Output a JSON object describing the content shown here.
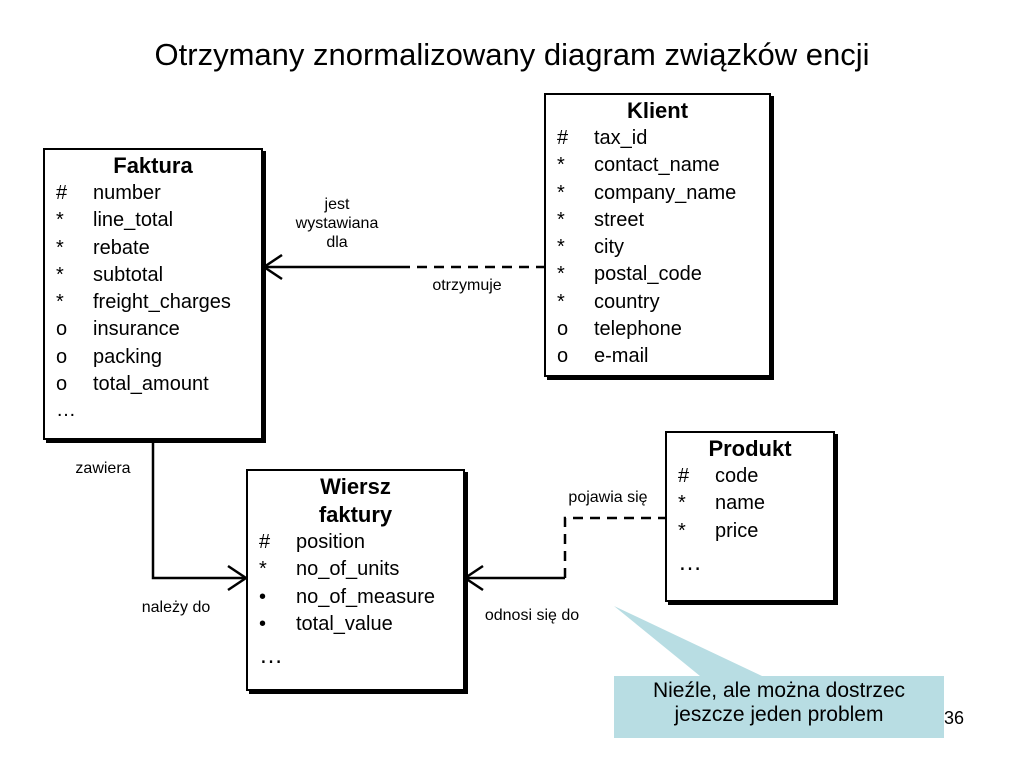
{
  "title": "Otrzymany znormalizowany diagram związków encji",
  "entities": {
    "faktura": {
      "name": "Faktura",
      "attributes": [
        {
          "sym": "#",
          "name": "number"
        },
        {
          "sym": "*",
          "name": "line_total"
        },
        {
          "sym": "*",
          "name": "rebate"
        },
        {
          "sym": "*",
          "name": "subtotal"
        },
        {
          "sym": "*",
          "name": "freight_charges"
        },
        {
          "sym": "o",
          "name": "insurance"
        },
        {
          "sym": "o",
          "name": "packing"
        },
        {
          "sym": "o",
          "name": "total_amount"
        }
      ],
      "more": "…"
    },
    "klient": {
      "name": "Klient",
      "attributes": [
        {
          "sym": "#",
          "name": "tax_id"
        },
        {
          "sym": "*",
          "name": "contact_name"
        },
        {
          "sym": "*",
          "name": "company_name"
        },
        {
          "sym": "*",
          "name": "street"
        },
        {
          "sym": "*",
          "name": "city"
        },
        {
          "sym": "*",
          "name": "postal_code"
        },
        {
          "sym": "*",
          "name": "country"
        },
        {
          "sym": "o",
          "name": "telephone"
        },
        {
          "sym": "o",
          "name": "e-mail"
        }
      ]
    },
    "wiersz": {
      "name_line1": "Wiersz",
      "name_line2": "faktury",
      "attributes": [
        {
          "sym": "#",
          "name": "position"
        },
        {
          "sym": "*",
          "name": "no_of_units"
        },
        {
          "sym": "•",
          "name": "no_of_measure"
        },
        {
          "sym": "•",
          "name": "total_value"
        }
      ],
      "more": "…"
    },
    "produkt": {
      "name": "Produkt",
      "attributes": [
        {
          "sym": "#",
          "name": "code"
        },
        {
          "sym": "*",
          "name": "name"
        },
        {
          "sym": "*",
          "name": "price"
        }
      ],
      "more": "…"
    }
  },
  "relationships": {
    "faktura_klient": {
      "label_line1": "jest",
      "label_line2": "wystawiana",
      "label_line3": "dla",
      "label_other": "otrzymuje"
    },
    "faktura_wiersz": {
      "label_top": "zawiera",
      "label_bottom": "należy do"
    },
    "wiersz_produkt": {
      "label_top": "pojawia się",
      "label_bottom": "odnosi się do"
    }
  },
  "callout": {
    "line1": "Nieźle, ale można dostrzec",
    "line2": "jeszcze jeden problem",
    "color": "#b8dde3"
  },
  "page_number": "36"
}
